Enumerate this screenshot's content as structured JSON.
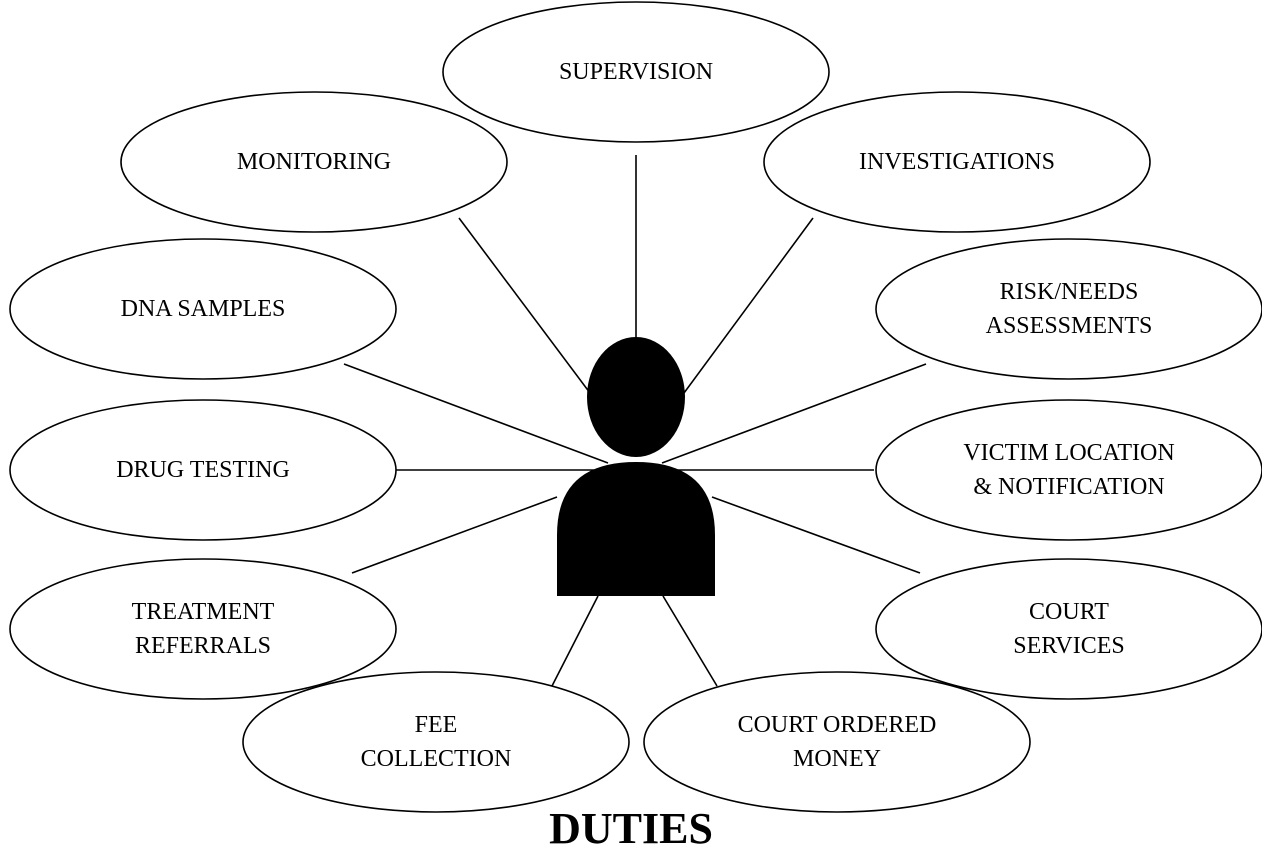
{
  "diagram": {
    "title": "DUTIES",
    "center": {
      "name": "person-icon"
    },
    "nodes": [
      {
        "id": "supervision",
        "lines": [
          "SUPERVISION"
        ]
      },
      {
        "id": "investigations",
        "lines": [
          "INVESTIGATIONS"
        ]
      },
      {
        "id": "risk-needs-assessments",
        "lines": [
          "RISK/NEEDS",
          "ASSESSMENTS"
        ]
      },
      {
        "id": "victim-location-notification",
        "lines": [
          "VICTIM LOCATION",
          "& NOTIFICATION"
        ]
      },
      {
        "id": "court-services",
        "lines": [
          "COURT",
          "SERVICES"
        ]
      },
      {
        "id": "court-ordered-money",
        "lines": [
          "COURT ORDERED",
          "MONEY"
        ]
      },
      {
        "id": "fee-collection",
        "lines": [
          "FEE",
          "COLLECTION"
        ]
      },
      {
        "id": "treatment-referrals",
        "lines": [
          "TREATMENT",
          "REFERRALS"
        ]
      },
      {
        "id": "drug-testing",
        "lines": [
          "DRUG TESTING"
        ]
      },
      {
        "id": "dna-samples",
        "lines": [
          "DNA SAMPLES"
        ]
      },
      {
        "id": "monitoring",
        "lines": [
          "MONITORING"
        ]
      }
    ]
  }
}
